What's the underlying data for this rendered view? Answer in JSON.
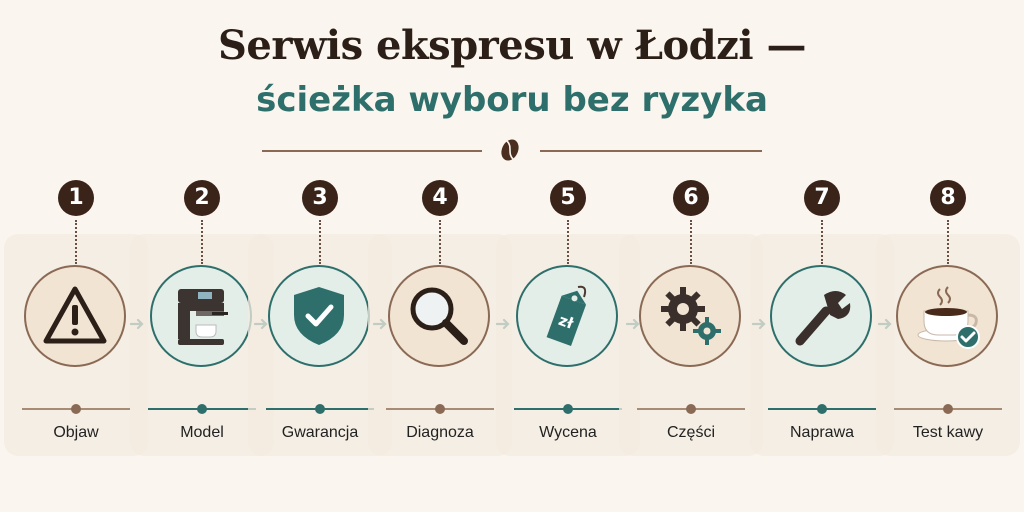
{
  "title": {
    "line1": "Serwis ekspresu w Łodzi —",
    "line2": "ścieżka wyboru bez ryzyka"
  },
  "colors": {
    "dark_brown": "#3a2419",
    "teal": "#2e6f6b",
    "tan": "#8a6a55",
    "background": "#faf6ef"
  },
  "steps": [
    {
      "number": "1",
      "label": "Objaw",
      "icon": "warning-icon",
      "accent": "brown"
    },
    {
      "number": "2",
      "label": "Model",
      "icon": "espresso-machine-icon",
      "accent": "teal"
    },
    {
      "number": "3",
      "label": "Gwarancja",
      "icon": "shield-check-icon",
      "accent": "teal"
    },
    {
      "number": "4",
      "label": "Diagnoza",
      "icon": "magnifier-icon",
      "accent": "brown"
    },
    {
      "number": "5",
      "label": "Wycena",
      "icon": "price-tag-icon",
      "accent": "teal"
    },
    {
      "number": "6",
      "label": "Części",
      "icon": "gears-icon",
      "accent": "brown"
    },
    {
      "number": "7",
      "label": "Naprawa",
      "icon": "wrench-icon",
      "accent": "teal"
    },
    {
      "number": "8",
      "label": "Test kawy",
      "icon": "coffee-cup-check-icon",
      "accent": "brown"
    }
  ],
  "price_tag_text": "zł"
}
